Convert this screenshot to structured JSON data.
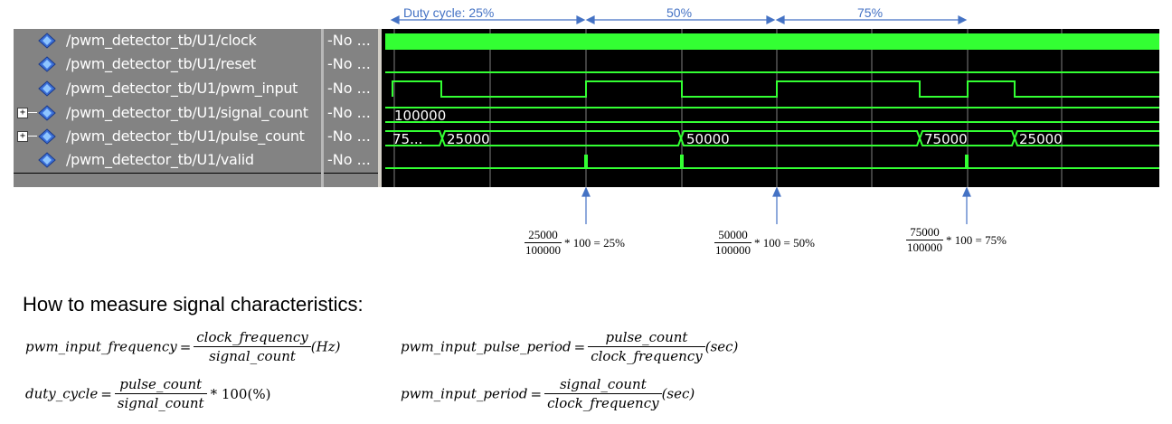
{
  "wave_window": {
    "signals": [
      {
        "name": "/pwm_detector_tb/U1/clock",
        "value": "-No ...",
        "expandable": false
      },
      {
        "name": "/pwm_detector_tb/U1/reset",
        "value": "-No ...",
        "expandable": false
      },
      {
        "name": "/pwm_detector_tb/U1/pwm_input",
        "value": "-No ...",
        "expandable": false
      },
      {
        "name": "/pwm_detector_tb/U1/signal_count",
        "value": "-No ...",
        "expandable": true
      },
      {
        "name": "/pwm_detector_tb/U1/pulse_count",
        "value": "-No ...",
        "expandable": true
      },
      {
        "name": "/pwm_detector_tb/U1/valid",
        "value": "-No ...",
        "expandable": false
      }
    ],
    "bus_values": {
      "signal_count": [
        "100000"
      ],
      "pulse_count": [
        "75...",
        "25000",
        "50000",
        "75000",
        "25000"
      ]
    },
    "colors": {
      "wave": "#33ff33",
      "background": "#000000",
      "grid": "#808080",
      "pane": "#838383",
      "annotation": "#4472c4"
    }
  },
  "annotations": {
    "duty_labels": [
      "Duty cycle:  25%",
      "50%",
      "75%"
    ],
    "formulas": [
      {
        "num": "25000",
        "den": "100000",
        "rest": "* 100 = 25%"
      },
      {
        "num": "50000",
        "den": "100000",
        "rest": "* 100 = 50%"
      },
      {
        "num": "75000",
        "den": "100000",
        "rest": "* 100 = 75%"
      }
    ]
  },
  "characteristics": {
    "heading": "How to measure signal characteristics:",
    "equations": [
      {
        "lhs": "pwm_input_frequency",
        "num": "clock_frequency",
        "den": "signal_count",
        "unit": "(Hz)"
      },
      {
        "lhs": "pwm_input_pulse_period",
        "num": "pulse_count",
        "den": "clock_frequency",
        "unit": "(sec)"
      },
      {
        "lhs": "duty_cycle",
        "num": "pulse_count",
        "den": "signal_count",
        "unit": "* 100(%)"
      },
      {
        "lhs": "pwm_input_period",
        "num": "signal_count",
        "den": "clock_frequency",
        "unit": "(sec)"
      }
    ],
    "equals": "="
  }
}
